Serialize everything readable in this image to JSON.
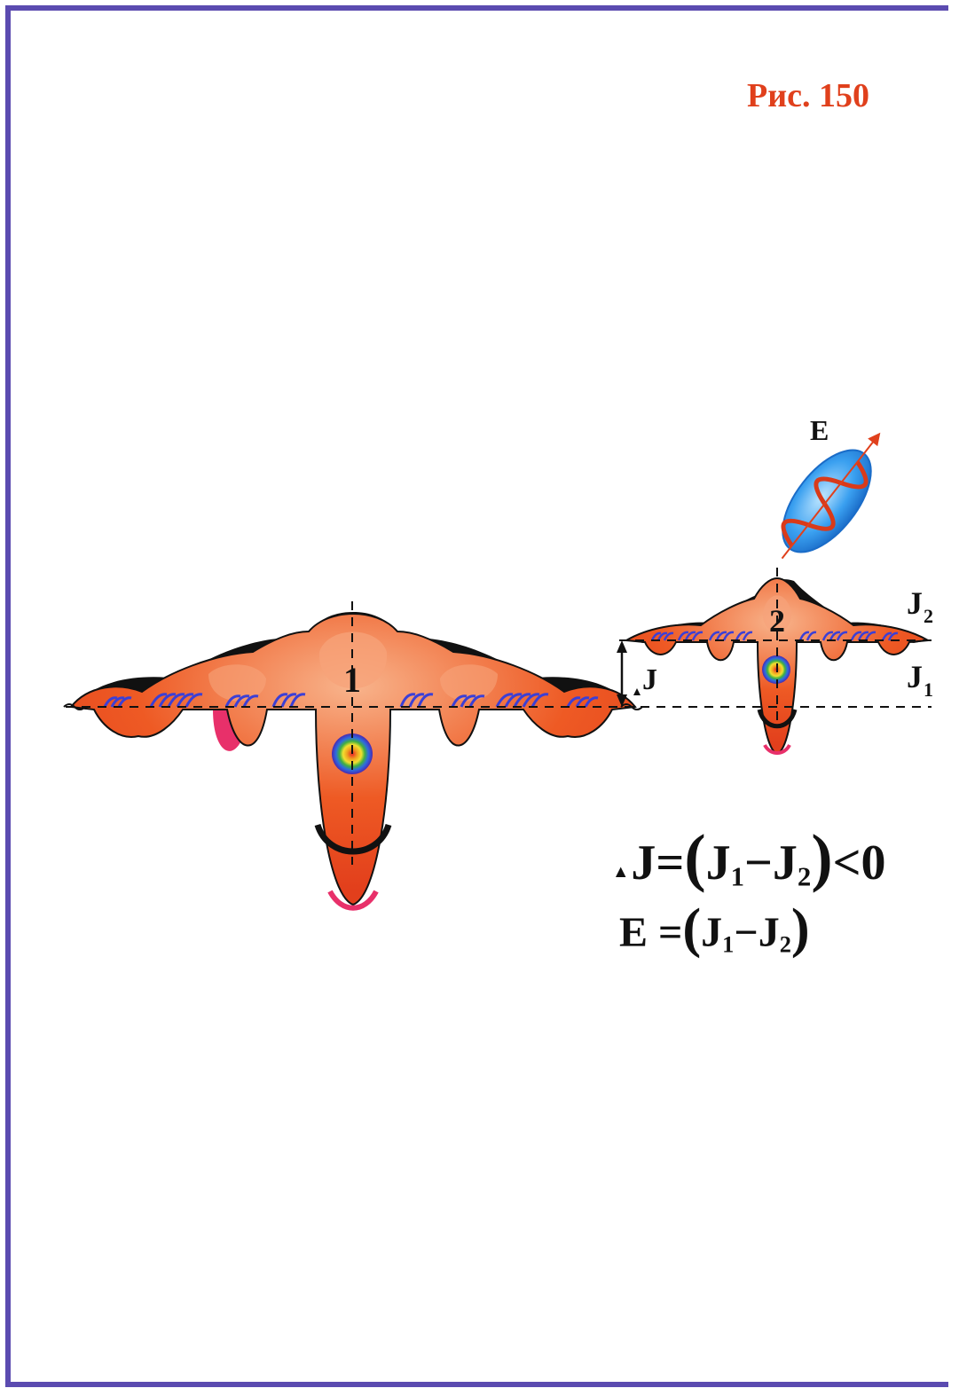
{
  "figure": {
    "title": "Рис. 150"
  },
  "labels": {
    "well1": "1",
    "well2": "2",
    "E": "E",
    "J2_main": "J",
    "J2_sub": "2",
    "J1_main": "J",
    "J1_sub": "1",
    "delta_J": "J"
  },
  "equations": {
    "eq1": {
      "prefix": "J=",
      "j1": "J",
      "j1_sub": "1",
      "minus": "−",
      "j2": "J",
      "j2_sub": "2",
      "suffix": "<0"
    },
    "eq2": {
      "prefix": "E =",
      "j1": "J",
      "j1_sub": "1",
      "minus": "−",
      "j2": "J",
      "j2_sub": "2"
    }
  },
  "colors": {
    "frame": "#5b4bb0",
    "title": "#e0401c",
    "well_fill": "#ee5a24",
    "well_light": "#f7a37a",
    "well_edge": "#e8306a",
    "shadow": "#111111",
    "ripple": "#3b3fd6",
    "photon": "#2e8fe0"
  }
}
